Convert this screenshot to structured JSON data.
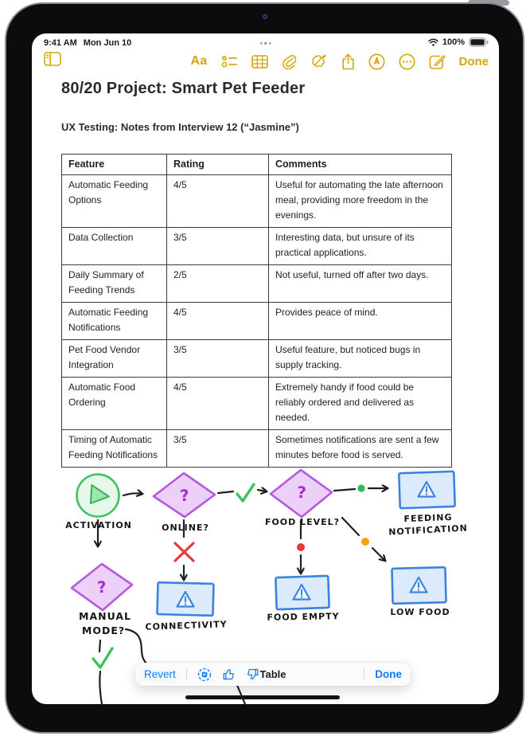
{
  "status_bar": {
    "time": "9:41 AM",
    "date": "Mon Jun 10",
    "battery_percent": "100%"
  },
  "top_toolbar": {
    "format_label": "Aa",
    "done_label": "Done"
  },
  "note": {
    "title": "80/20 Project: Smart Pet Feeder",
    "subtitle": "UX Testing: Notes from Interview 12 (“Jasmine”)"
  },
  "table": {
    "headers": [
      "Feature",
      "Rating",
      "Comments"
    ],
    "rows": [
      [
        "Automatic Feeding Options",
        "4/5",
        "Useful for automating the late afternoon meal, providing more freedom in the evenings."
      ],
      [
        "Data Collection",
        "3/5",
        "Interesting data, but unsure of its practical applications."
      ],
      [
        "Daily Summary of Feeding Trends",
        "2/5",
        "Not useful, turned off after two days."
      ],
      [
        "Automatic Feeding Notifications",
        "4/5",
        "Provides peace of mind."
      ],
      [
        "Pet Food Vendor Integration",
        "3/5",
        "Useful feature, but noticed bugs in supply tracking."
      ],
      [
        "Automatic Food Ordering",
        "4/5",
        "Extremely handy if food could be reliably ordered and delivered as needed."
      ],
      [
        "Timing of Automatic Feeding Notifications",
        "3/5",
        "Sometimes notifications are sent a few minutes before food is served."
      ]
    ]
  },
  "flowchart": {
    "question_mark": "?",
    "activation": "ACTIVATION",
    "online": "ONLINE?",
    "food_level": "FOOD LEVEL?",
    "feeding_notification": [
      "FEEDING",
      "NOTIFICATION"
    ],
    "manual_mode": [
      "MANUAL",
      "MODE?"
    ],
    "connectivity": "CONNECTIVITY",
    "food_empty": "FOOD EMPTY",
    "low_food": "LOW FOOD"
  },
  "bottom_toolbar": {
    "revert_label": "Revert",
    "context_label": "Table",
    "done_label": "Done"
  },
  "colors": {
    "accent_gold": "#D7A50E",
    "link_blue": "#0A7AFF",
    "diamond_purple": "#B558E0",
    "box_blue": "#3D82DD",
    "green": "#3FC25C",
    "red": "#E23B3B",
    "yellow_dot": "#F2A60A"
  }
}
